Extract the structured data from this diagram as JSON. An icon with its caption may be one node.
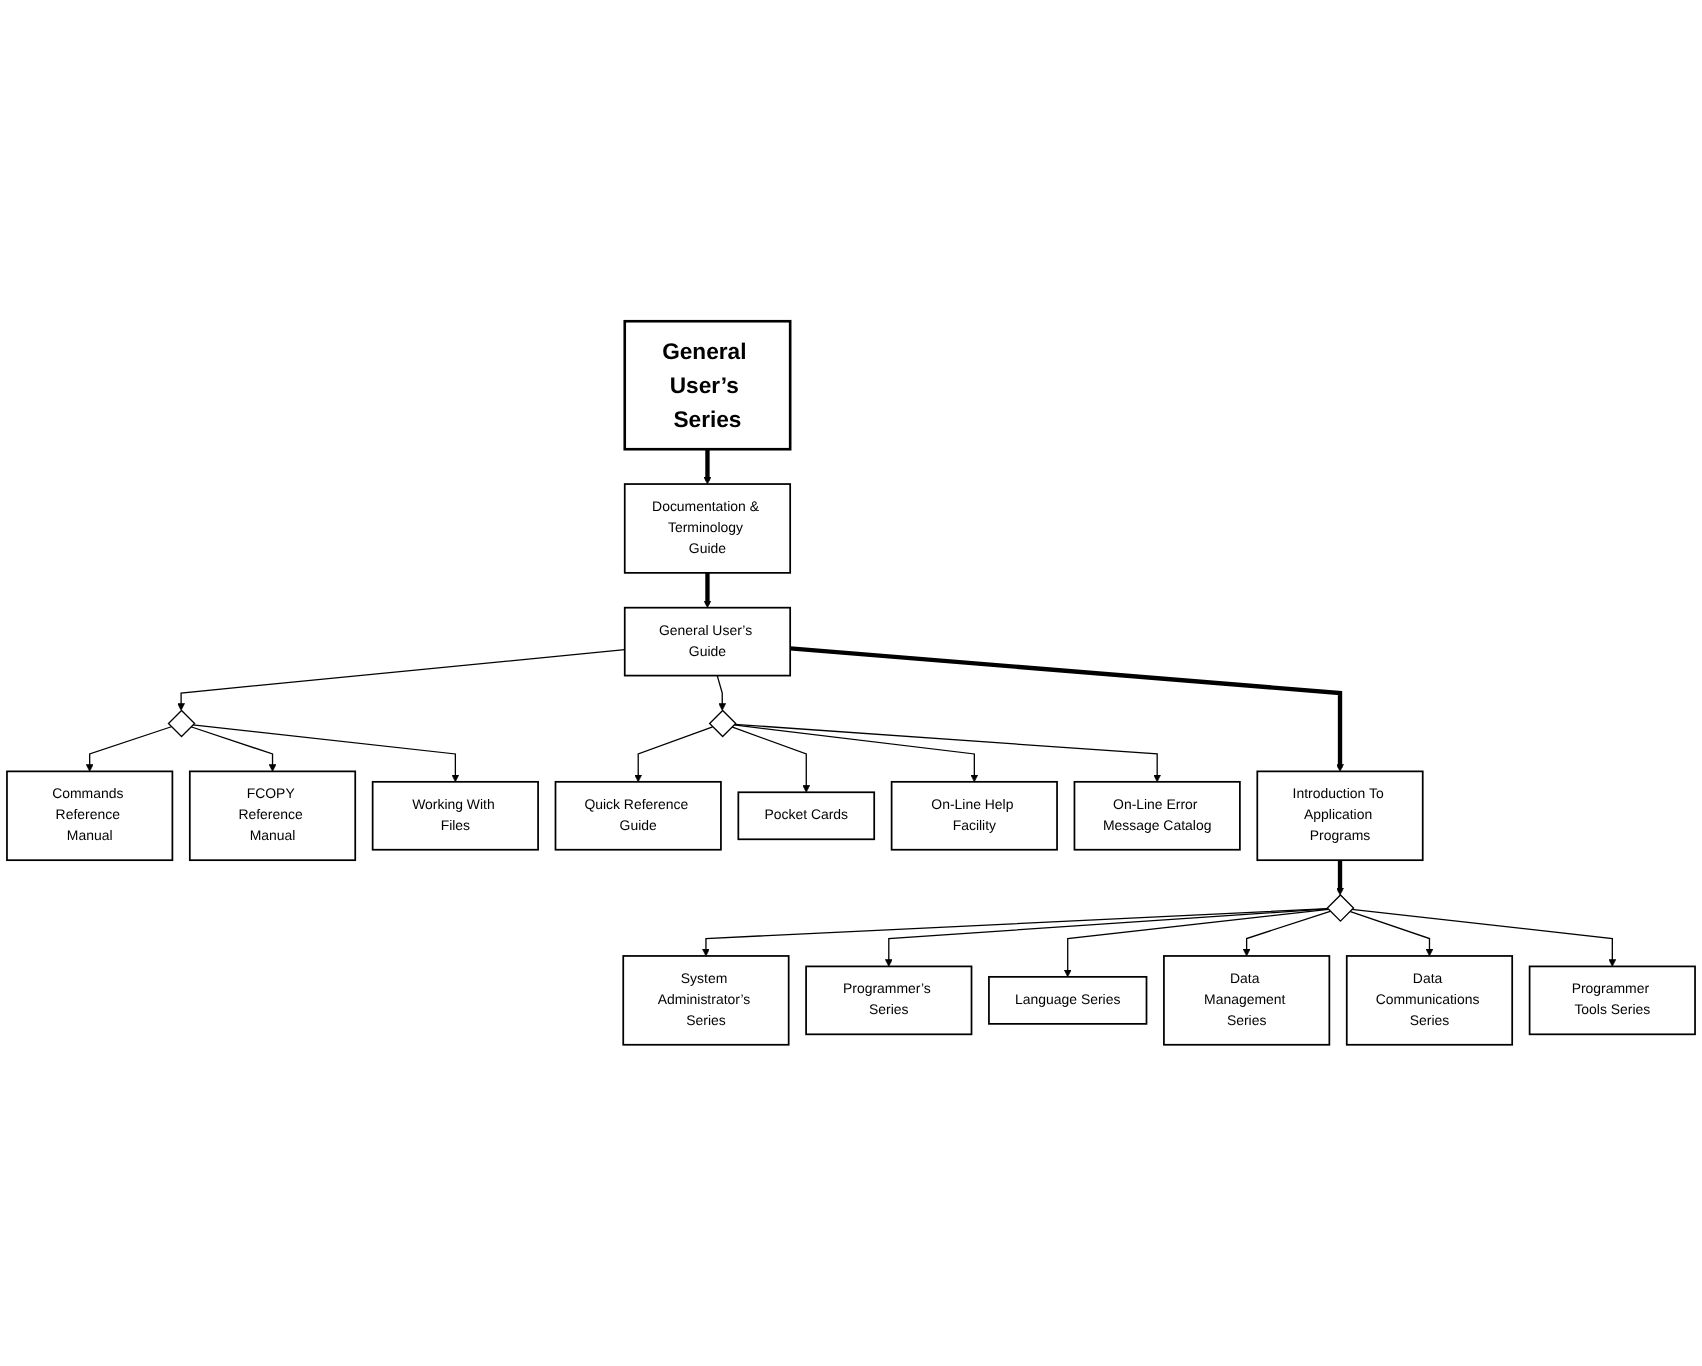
{
  "diagram": {
    "nodes": [
      {
        "text": [
          "General User’s Series"
        ]
      },
      {
        "text": [
          "Documentation & Terminology Guide"
        ]
      },
      {
        "text": [
          "Commands Reference Manual"
        ]
      },
      {
        "text": [
          "Quick Reference Guide"
        ]
      },
      {
        "text": [
          "FCOPY Reference Manual"
        ]
      },
      {
        "text": [],
        "shape": "diamond"
      },
      {
        "text": [
          "General User’s Guide"
        ]
      },
      {
        "text": [],
        "shape": "diamond"
      },
      {
        "text": [
          "Pocket Cards"
        ]
      },
      {
        "text": [
          "On-Line Help Facility"
        ]
      },
      {
        "text": [
          "Working With Files"
        ]
      },
      {
        "text": [
          "Introduction To Application Programs"
        ]
      },
      {
        "text": [
          "On-Line Error Message Catalog"
        ]
      },
      {
        "text": [],
        "shape": "diamond"
      },
      {
        "text": [
          "System Administrator’s Series"
        ]
      },
      {
        "text": [
          "Programmer’s Series"
        ]
      },
      {
        "text": [
          "Language Series"
        ]
      },
      {
        "text": [
          "Data Management Series"
        ]
      },
      {
        "text": [
          "Data Communications Series"
        ]
      },
      {
        "text": [
          "Programmer Tools Series"
        ]
      }
    ],
    "edges": [
      {
        "from": 0,
        "to": 1,
        "arrow": "to",
        "style": "thick"
      },
      {
        "from": 1,
        "to": 6,
        "arrow": "to",
        "style": "thick"
      },
      {
        "from": 6,
        "to": 5,
        "arrow": "to"
      },
      {
        "from": 5,
        "to": 2,
        "arrow": "to"
      },
      {
        "from": 5,
        "to": 4,
        "arrow": "to"
      },
      {
        "from": 5,
        "to": 10,
        "arrow": "to"
      },
      {
        "from": 6,
        "to": 7,
        "arrow": "to"
      },
      {
        "from": 7,
        "to": 3,
        "arrow": "to"
      },
      {
        "from": 7,
        "to": 8,
        "arrow": "to"
      },
      {
        "from": 7,
        "to": 9,
        "arrow": "to"
      },
      {
        "from": 7,
        "to": 12,
        "arrow": "to"
      },
      {
        "from": 6,
        "to": 11,
        "arrow": "to",
        "style": "thick"
      },
      {
        "from": 11,
        "to": 13,
        "arrow": "to",
        "style": "thick"
      },
      {
        "from": 13,
        "to": 14,
        "arrow": "to"
      },
      {
        "from": 13,
        "to": 15,
        "arrow": "to"
      },
      {
        "from": 13,
        "to": 16,
        "arrow": "to"
      },
      {
        "from": 13,
        "to": 17,
        "arrow": "to"
      },
      {
        "from": 13,
        "to": 18,
        "arrow": "to"
      },
      {
        "from": 13,
        "to": 19,
        "arrow": "to"
      }
    ]
  }
}
